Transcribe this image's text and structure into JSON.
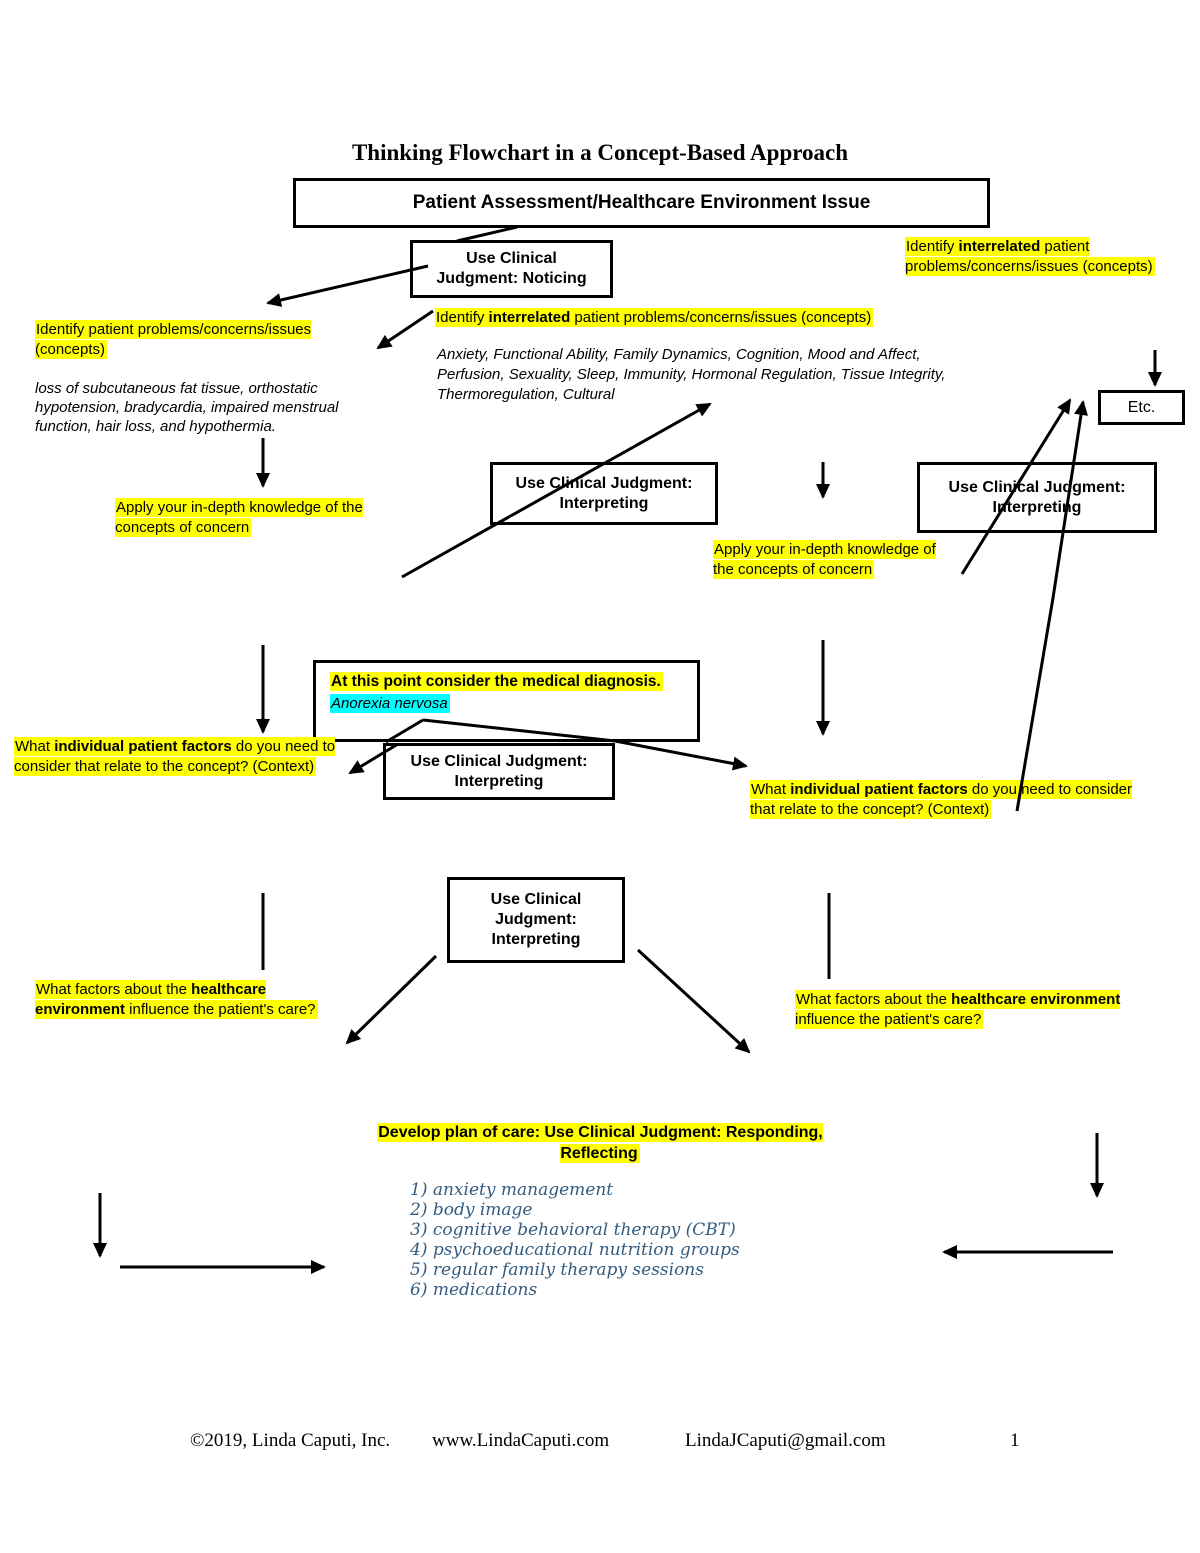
{
  "title": "Thinking Flowchart in a Concept-Based Approach",
  "colors": {
    "highlight_yellow": "#FFFF00",
    "diagnosis_highlight_cyan": "#00FFFF",
    "plan_text_blue": "#335C80",
    "line_black": "#000000"
  },
  "boxes": {
    "patient_assessment": "Patient Assessment/Healthcare Environment Issue",
    "noticing": "Use Clinical Judgment: Noticing",
    "interpreting_center": "Use Clinical Judgment: Interpreting",
    "interpreting_right": "Use Clinical Judgment: Interpreting",
    "interpreting_mid": "Use Clinical Judgment: Interpreting",
    "interpreting_lower": "Use Clinical Judgment: Interpreting",
    "etc": "Etc.",
    "medical": {
      "instruction": "At this point consider the medical diagnosis.",
      "diagnosis": "Anorexia nervosa"
    }
  },
  "notes": {
    "identify_left": "Identify patient problems/concerns/issues (concepts)",
    "identify_interrelated_top_right": {
      "pre": "Identify ",
      "bold": "interrelated",
      "post": " patient problems/concerns/issues (concepts)"
    },
    "identify_interrelated_center": {
      "pre": "Identify ",
      "bold": "interrelated",
      "post": " patient problems/concerns/issues (concepts)"
    },
    "apply_left": "Apply your in-depth knowledge of the concepts of concern",
    "apply_right": "Apply your in-depth knowledge of the concepts of concern",
    "patient_factors_left": {
      "pre": "What ",
      "bold": "individual patient factors",
      "post": " do you need to consider that relate to the concept? (Context)"
    },
    "patient_factors_right": {
      "pre": "What ",
      "bold": "individual patient factors",
      "post": " do you need to consider that relate to the concept? (Context)"
    },
    "environment_left": {
      "pre": "What factors about the ",
      "bold": "healthcare environment",
      "post": " influence the patient's care?"
    },
    "environment_right": {
      "pre": "What factors about the ",
      "bold": "healthcare environment",
      "post": " influence the patient's care?"
    },
    "develop_plan": "Develop plan of care: Use Clinical Judgment: Responding, Reflecting"
  },
  "texts": {
    "assessment_findings": "loss of subcutaneous fat tissue, orthostatic hypotension, bradycardia, impaired menstrual function, hair loss, and hypothermia.",
    "concepts_list": "Anxiety, Functional Ability, Family Dynamics, Cognition, Mood and Affect, Perfusion, Sexuality, Sleep, Immunity, Hormonal Regulation, Tissue Integrity, Thermoregulation, Cultural"
  },
  "plan": {
    "items": [
      "1) anxiety management",
      "2) body image",
      "3) cognitive behavioral therapy (CBT)",
      "4) psychoeducational nutrition groups",
      "5) regular family therapy sessions",
      "6) medications"
    ]
  },
  "footer": {
    "copyright": "©2019, Linda Caputi, Inc.",
    "website": "www.LindaCaputi.com",
    "email": "LindaJCaputi@gmail.com",
    "page": "1"
  }
}
